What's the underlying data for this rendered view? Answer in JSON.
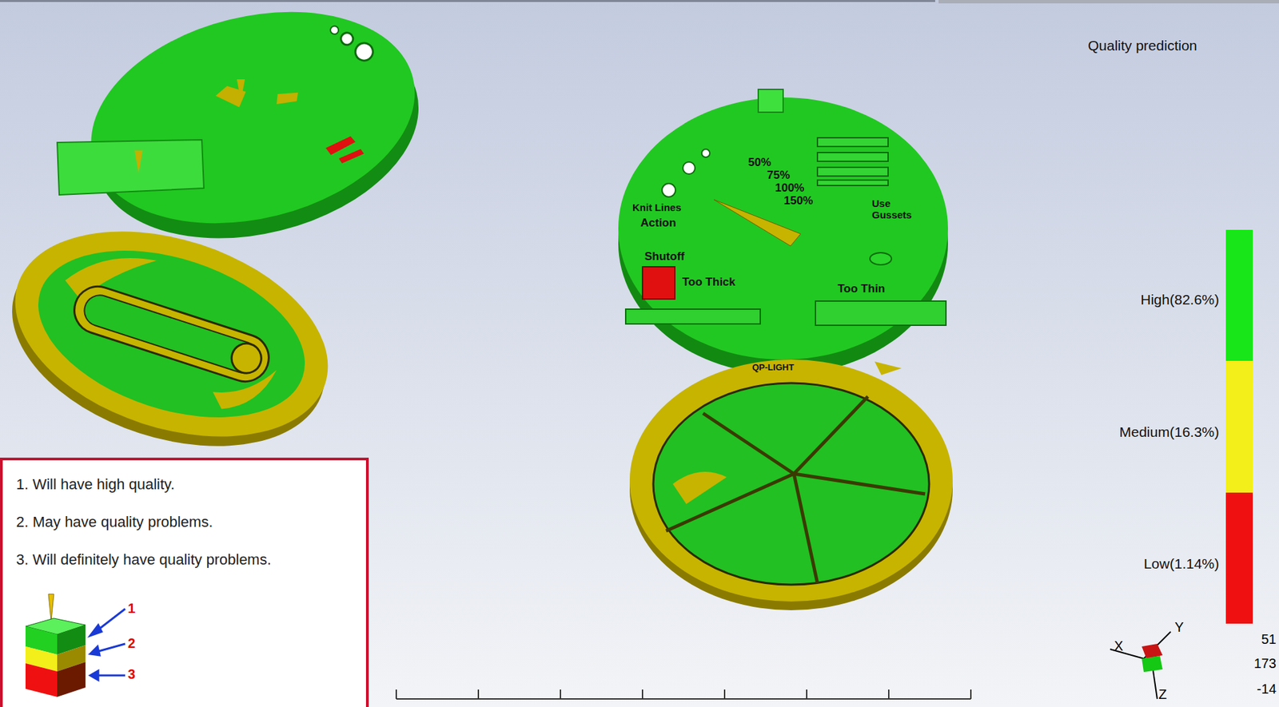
{
  "diagram": {
    "title": "Quality prediction",
    "nodes": [
      {
        "text": [
          "1. Will have high quality.",
          "2. May have quality problems.",
          "3. Will definitely have quality problems."
        ]
      }
    ],
    "labels": [
      "50%",
      "75%",
      "100%",
      "150%",
      "Knit Lines",
      "Action",
      "Shutoff",
      "Too Thick",
      "Use Gussets",
      "Too Thin",
      "QP-LIGHT",
      "1",
      "2",
      "3",
      "X",
      "Y",
      "Z",
      "51",
      "173",
      "-14"
    ],
    "legend": [
      {
        "text": "High(82.6%)",
        "color": "#19e619"
      },
      {
        "text": "Medium(16.3%)",
        "color": "#f2ef1a"
      },
      {
        "text": "Low(1.14%)",
        "color": "#ef1111"
      }
    ]
  }
}
